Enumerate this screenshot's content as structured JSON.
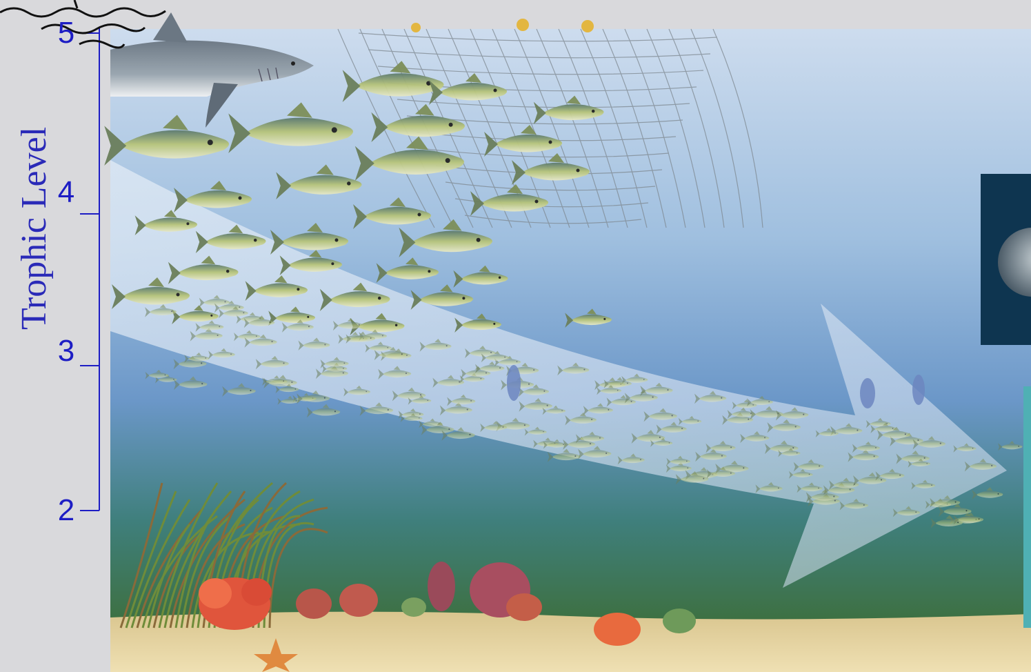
{
  "chart_data": {
    "type": "diagram",
    "ylabel": "Trophic Level",
    "y_ticks": [
      "5",
      "4",
      "3",
      "2"
    ],
    "ylim": [
      2,
      5
    ]
  },
  "colors": {
    "axis": "#1d1dc4",
    "water_top": "#c7d9ec",
    "water_bottom": "#2e6f6a",
    "sand": "#e8d6a2",
    "arrow": "#dbe6f2"
  },
  "icons": [
    "shark-icon",
    "fish-icon",
    "fishing-net-icon",
    "float-icon",
    "seaweed-icon",
    "coral-icon",
    "starfish-icon",
    "diver-icon",
    "trend-arrow-icon",
    "photo-inset-icon",
    "wavy-sea-surface-icon"
  ]
}
